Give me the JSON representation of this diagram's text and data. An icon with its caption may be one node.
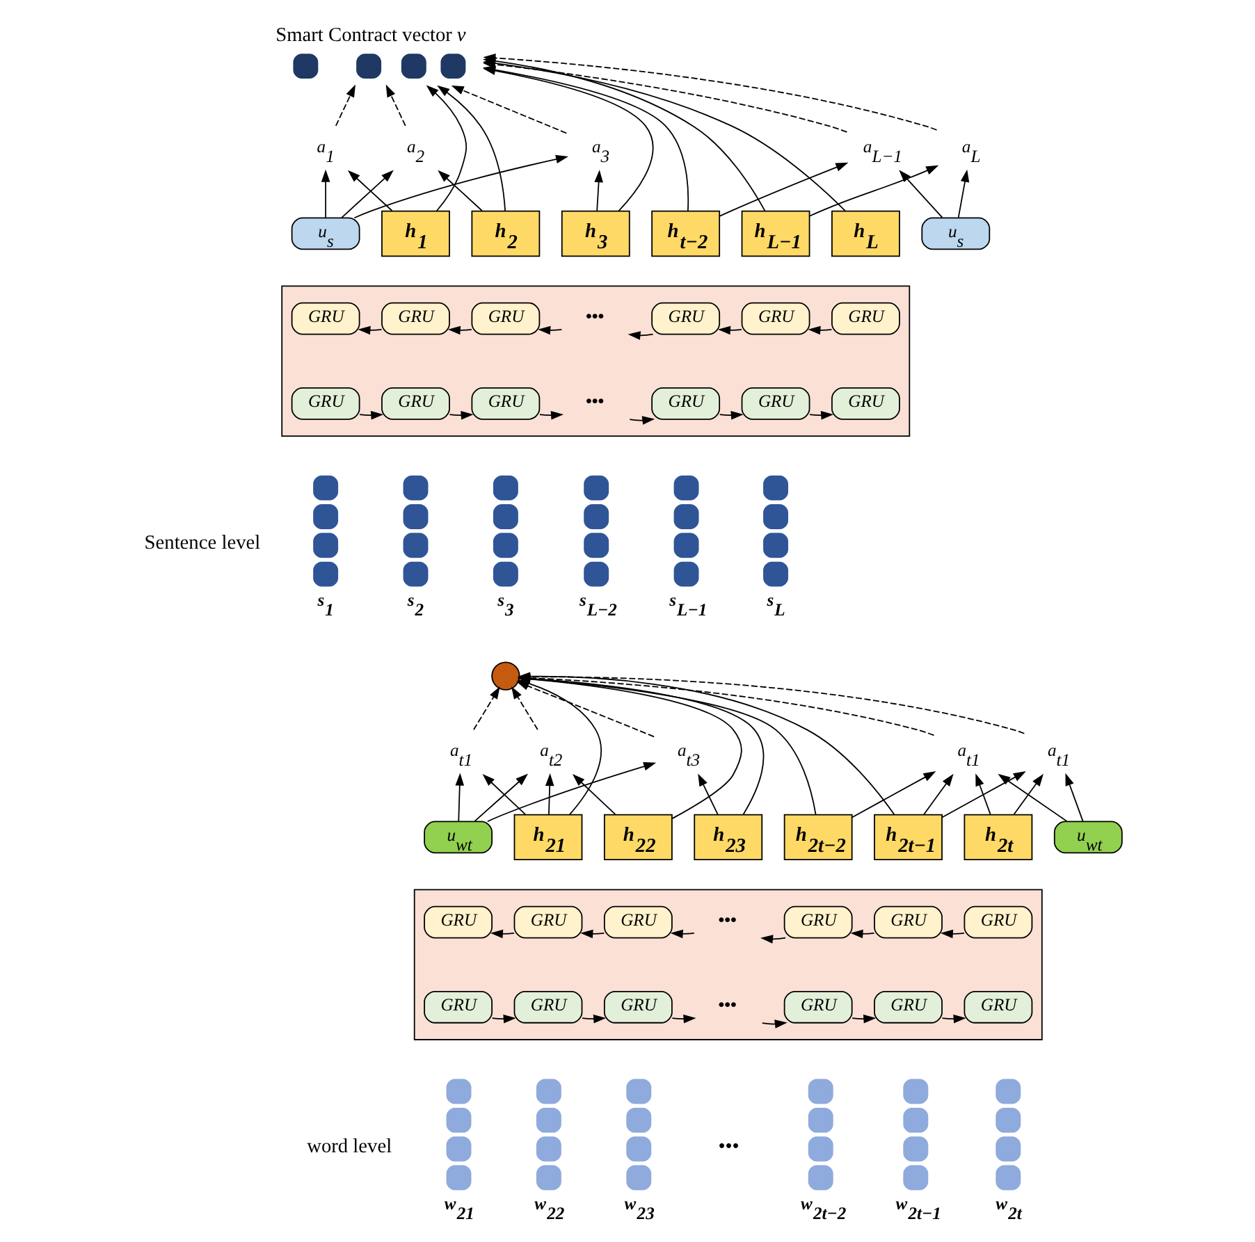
{
  "diagram": {
    "nodes": [
      {
        "text": [
          "Smart Contract vector *v*"
        ]
      },
      {
        "text": [
          "a$_{1}$"
        ]
      },
      {
        "text": [
          "a$_{2}$"
        ]
      },
      {
        "text": [
          "a$_{3}$"
        ]
      },
      {
        "text": [
          "a$_{L−1}$"
        ]
      },
      {
        "text": [
          "a$_{L}$"
        ]
      },
      {
        "text": [
          "u$_{s}$"
        ]
      },
      {
        "text": [
          "h$_{1}$"
        ]
      },
      {
        "text": [
          "h$_{2}$"
        ]
      },
      {
        "text": [
          "h$_{3}$"
        ]
      },
      {
        "text": [
          "h$_{t−2}$"
        ]
      },
      {
        "text": [
          "h$_{L−1}$"
        ]
      },
      {
        "text": [
          "h$_{L}$"
        ]
      },
      {
        "text": [
          "u$_{s}$"
        ]
      },
      {
        "text": [],
        "shape": "box"
      },
      {
        "text": [
          "GRU"
        ],
        "in": 14
      },
      {
        "text": [
          "GRU"
        ],
        "in": 14
      },
      {
        "text": [
          "GRU"
        ],
        "in": 14
      },
      {
        "text": [
          "•••"
        ],
        "in": 14
      },
      {
        "text": [
          "GRU"
        ],
        "in": 14
      },
      {
        "text": [
          "GRU"
        ],
        "in": 14
      },
      {
        "text": [
          "GRU"
        ],
        "in": 14
      },
      {
        "text": [
          "GRU"
        ],
        "in": 14
      },
      {
        "text": [
          "GRU"
        ],
        "in": 14
      },
      {
        "text": [
          "GRU"
        ],
        "in": 14
      },
      {
        "text": [
          "•••"
        ],
        "in": 14
      },
      {
        "text": [
          "GRU"
        ],
        "in": 14
      },
      {
        "text": [
          "GRU"
        ],
        "in": 14
      },
      {
        "text": [
          "GRU"
        ],
        "in": 14
      },
      {
        "text": [
          "s$_{1}$"
        ]
      },
      {
        "text": [
          "s$_{2}$"
        ]
      },
      {
        "text": [
          "s$_{3}$"
        ]
      },
      {
        "text": [
          "s$_{L−2}$"
        ]
      },
      {
        "text": [
          "s$_{L−1}$"
        ]
      },
      {
        "text": [
          "s$_{L}$"
        ]
      },
      {
        "text": [],
        "shape": "circle"
      },
      {
        "text": [
          "a$_{t1}$"
        ]
      },
      {
        "text": [
          "a$_{t2}$"
        ]
      },
      {
        "text": [
          "a$_{t3}$"
        ]
      },
      {
        "text": [
          "a$_{t1}$"
        ]
      },
      {
        "text": [
          "a$_{t1}$"
        ]
      },
      {
        "text": [
          "u$_{wt}$"
        ]
      },
      {
        "text": [
          "h$_{21}$"
        ]
      },
      {
        "text": [
          "h$_{22}$"
        ]
      },
      {
        "text": [
          "h$_{23}$"
        ]
      },
      {
        "text": [
          "h$_{2t−2}$"
        ]
      },
      {
        "text": [
          "h$_{2t−1}$"
        ]
      },
      {
        "text": [
          "h$_{2t}$"
        ]
      },
      {
        "text": [
          "u$_{wt}$"
        ]
      },
      {
        "text": [],
        "shape": "box"
      },
      {
        "text": [
          "GRU"
        ],
        "in": 49
      },
      {
        "text": [
          "GRU"
        ],
        "in": 49
      },
      {
        "text": [
          "GRU"
        ],
        "in": 49
      },
      {
        "text": [
          "•••"
        ],
        "in": 49
      },
      {
        "text": [
          "GRU"
        ],
        "in": 49
      },
      {
        "text": [
          "GRU"
        ],
        "in": 49
      },
      {
        "text": [
          "GRU"
        ],
        "in": 49
      },
      {
        "text": [
          "GRU"
        ],
        "in": 49
      },
      {
        "text": [
          "GRU"
        ],
        "in": 49
      },
      {
        "text": [
          "GRU"
        ],
        "in": 49
      },
      {
        "text": [
          "•••"
        ],
        "in": 49
      },
      {
        "text": [
          "GRU"
        ],
        "in": 49
      },
      {
        "text": [
          "GRU"
        ],
        "in": 49
      },
      {
        "text": [
          "GRU"
        ],
        "in": 49
      },
      {
        "text": [
          "w$_{21}$"
        ]
      },
      {
        "text": [
          "w$_{22}$"
        ]
      },
      {
        "text": [
          "w$_{23}$"
        ]
      },
      {
        "text": [
          "w$_{2t−2}$"
        ]
      },
      {
        "text": [
          "w$_{2t−1}$"
        ]
      },
      {
        "text": [
          "w$_{2t}$"
        ]
      }
    ],
    "edges": [
      {
        "from": 6,
        "to": 1,
        "arrow": "to"
      },
      {
        "from": 6,
        "to": 2,
        "arrow": "to"
      },
      {
        "from": 6,
        "to": 3,
        "arrow": "to"
      },
      {
        "from": 7,
        "to": 1,
        "arrow": "to"
      },
      {
        "from": 8,
        "to": 2,
        "arrow": "to"
      },
      {
        "from": 9,
        "to": 3,
        "arrow": "to"
      },
      {
        "from": 7,
        "to": 0,
        "arrow": "to"
      },
      {
        "from": 8,
        "to": 0,
        "arrow": "to"
      },
      {
        "from": 9,
        "to": 0,
        "arrow": "to"
      },
      {
        "from": 10,
        "to": 0,
        "arrow": "to"
      },
      {
        "from": 11,
        "to": 0,
        "arrow": "to"
      },
      {
        "from": 12,
        "to": 0,
        "arrow": "to"
      },
      {
        "from": 10,
        "to": 4,
        "arrow": "to"
      },
      {
        "from": 11,
        "to": 5,
        "arrow": "to"
      },
      {
        "from": 13,
        "to": 4,
        "arrow": "to"
      },
      {
        "from": 13,
        "to": 5,
        "arrow": "to"
      },
      {
        "from": 1,
        "to": 0,
        "arrow": "to",
        "style": "dashed"
      },
      {
        "from": 2,
        "to": 0,
        "arrow": "to",
        "style": "dashed"
      },
      {
        "from": 3,
        "to": 0,
        "arrow": "to",
        "style": "dashed"
      },
      {
        "from": 4,
        "to": 0,
        "arrow": "to",
        "style": "dashed"
      },
      {
        "from": 5,
        "to": 0,
        "arrow": "to",
        "style": "dashed"
      },
      {
        "from": 16,
        "to": 15,
        "arrow": "to"
      },
      {
        "from": 17,
        "to": 16,
        "arrow": "to"
      },
      {
        "from": 18,
        "to": 17,
        "arrow": "to"
      },
      {
        "from": 19,
        "to": 18,
        "arrow": "to"
      },
      {
        "from": 20,
        "to": 19,
        "arrow": "to"
      },
      {
        "from": 21,
        "to": 20,
        "arrow": "to"
      },
      {
        "from": 22,
        "to": 23,
        "arrow": "to"
      },
      {
        "from": 23,
        "to": 24,
        "arrow": "to"
      },
      {
        "from": 24,
        "to": 25,
        "arrow": "to"
      },
      {
        "from": 25,
        "to": 26,
        "arrow": "to"
      },
      {
        "from": 26,
        "to": 27,
        "arrow": "to"
      },
      {
        "from": 27,
        "to": 28,
        "arrow": "to"
      },
      {
        "from": 41,
        "to": 36,
        "arrow": "to"
      },
      {
        "from": 41,
        "to": 37,
        "arrow": "to"
      },
      {
        "from": 41,
        "to": 38,
        "arrow": "to"
      },
      {
        "from": 42,
        "to": 36,
        "arrow": "to"
      },
      {
        "from": 42,
        "to": 37,
        "arrow": "to"
      },
      {
        "from": 43,
        "to": 37,
        "arrow": "to"
      },
      {
        "from": 44,
        "to": 38,
        "arrow": "to"
      },
      {
        "from": 42,
        "to": 35,
        "arrow": "to"
      },
      {
        "from": 43,
        "to": 35,
        "arrow": "to"
      },
      {
        "from": 44,
        "to": 35,
        "arrow": "to"
      },
      {
        "from": 45,
        "to": 35,
        "arrow": "to"
      },
      {
        "from": 46,
        "to": 35,
        "arrow": "to"
      },
      {
        "from": 45,
        "to": 39,
        "arrow": "to"
      },
      {
        "from": 46,
        "to": 39,
        "arrow": "to"
      },
      {
        "from": 46,
        "to": 40,
        "arrow": "to"
      },
      {
        "from": 47,
        "to": 39,
        "arrow": "to"
      },
      {
        "from": 47,
        "to": 40,
        "arrow": "to"
      },
      {
        "from": 48,
        "to": 39,
        "arrow": "to"
      },
      {
        "from": 48,
        "to": 40,
        "arrow": "to"
      },
      {
        "from": 36,
        "to": 35,
        "arrow": "to",
        "style": "dashed"
      },
      {
        "from": 37,
        "to": 35,
        "arrow": "to",
        "style": "dashed"
      },
      {
        "from": 38,
        "to": 35,
        "arrow": "to",
        "style": "dashed"
      },
      {
        "from": 39,
        "to": 35,
        "arrow": "to",
        "style": "dashed"
      },
      {
        "from": 40,
        "to": 35,
        "arrow": "to",
        "style": "dashed"
      },
      {
        "from": 51,
        "to": 50,
        "arrow": "to"
      },
      {
        "from": 52,
        "to": 51,
        "arrow": "to"
      },
      {
        "from": 53,
        "to": 52,
        "arrow": "to"
      },
      {
        "from": 54,
        "to": 53,
        "arrow": "to"
      },
      {
        "from": 55,
        "to": 54,
        "arrow": "to"
      },
      {
        "from": 56,
        "to": 55,
        "arrow": "to"
      },
      {
        "from": 57,
        "to": 58,
        "arrow": "to"
      },
      {
        "from": 58,
        "to": 59,
        "arrow": "to"
      },
      {
        "from": 59,
        "to": 60,
        "arrow": "to"
      },
      {
        "from": 60,
        "to": 61,
        "arrow": "to"
      },
      {
        "from": 61,
        "to": 62,
        "arrow": "to"
      },
      {
        "from": 62,
        "to": 63,
        "arrow": "to"
      }
    ],
    "labels": [
      "Sentence level",
      "word level",
      "•••"
    ]
  }
}
